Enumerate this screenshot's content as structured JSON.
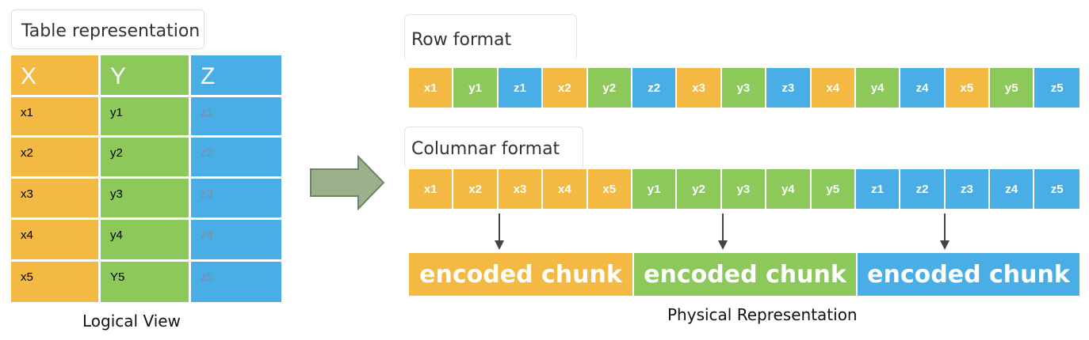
{
  "colors": {
    "x": "#f4b942",
    "y": "#8cc85a",
    "z": "#4aaee6",
    "arrow_fill": "#9db08c",
    "arrow_stroke": "#6f8467"
  },
  "left": {
    "title": "Table representation",
    "headers": [
      "X",
      "Y",
      "Z"
    ],
    "rows": [
      [
        "x1",
        "y1",
        "z1"
      ],
      [
        "x2",
        "y2",
        "z2"
      ],
      [
        "x3",
        "y3",
        "z3"
      ],
      [
        "x4",
        "y4",
        "z4"
      ],
      [
        "x5",
        "Y5",
        "z5"
      ]
    ],
    "caption": "Logical View"
  },
  "right": {
    "row_format_label": "Row format",
    "row_format": [
      "x1",
      "y1",
      "z1",
      "x2",
      "y2",
      "z2",
      "x3",
      "y3",
      "z3",
      "x4",
      "y4",
      "z4",
      "x5",
      "y5",
      "z5"
    ],
    "columnar_format_label": "Columnar format",
    "columnar_format": [
      "x1",
      "x2",
      "x3",
      "x4",
      "x5",
      "y1",
      "y2",
      "y3",
      "y4",
      "y5",
      "z1",
      "z2",
      "z3",
      "z4",
      "z5"
    ],
    "chunks": [
      "encoded chunk",
      "encoded chunk",
      "encoded chunk"
    ],
    "caption": "Physical Representation"
  }
}
